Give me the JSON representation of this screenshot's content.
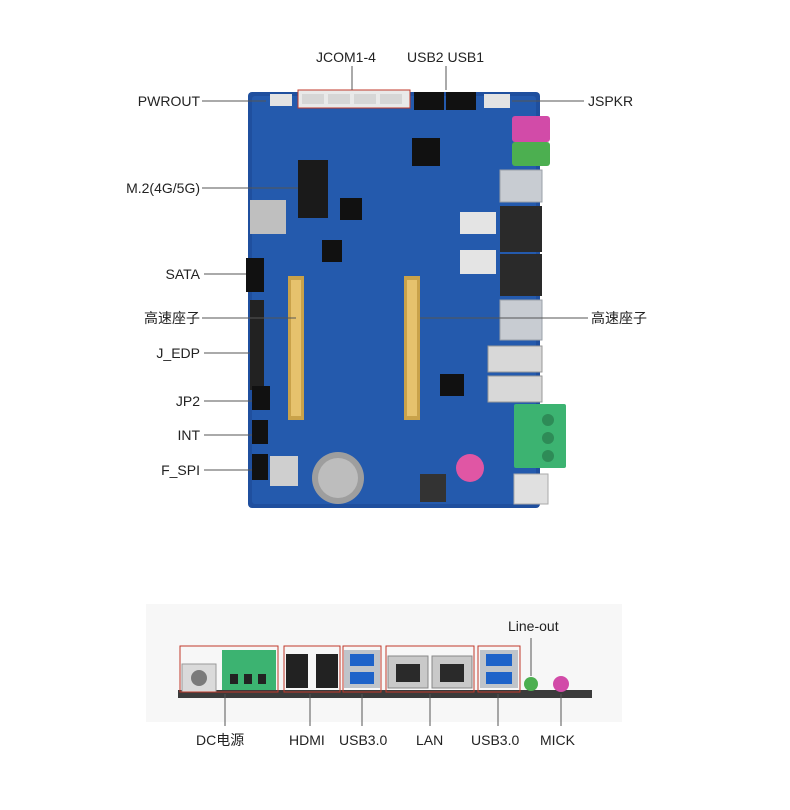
{
  "top_view": {
    "labels_top": {
      "jcom": "JCOM1-4",
      "usb2_usb1": "USB2 USB1"
    },
    "labels_left": {
      "pwrout": "PWROUT",
      "m2": "M.2(4G/5G)",
      "sata": "SATA",
      "high_speed_left": "高速座子",
      "j_edp": "J_EDP",
      "jp2": "JP2",
      "int": "INT",
      "f_spi": "F_SPI"
    },
    "labels_right": {
      "jspkr": "JSPKR",
      "high_speed_right": "高速座子"
    },
    "board_color": "#1f4f9e"
  },
  "io_view": {
    "labels_bottom": {
      "dc": "DC电源",
      "hdmi": "HDMI",
      "usb30_a": "USB3.0",
      "lan": "LAN",
      "usb30_b": "USB3.0",
      "mick": "MICK"
    },
    "line_out": "Line-out",
    "callout_color": "#c0392b"
  }
}
